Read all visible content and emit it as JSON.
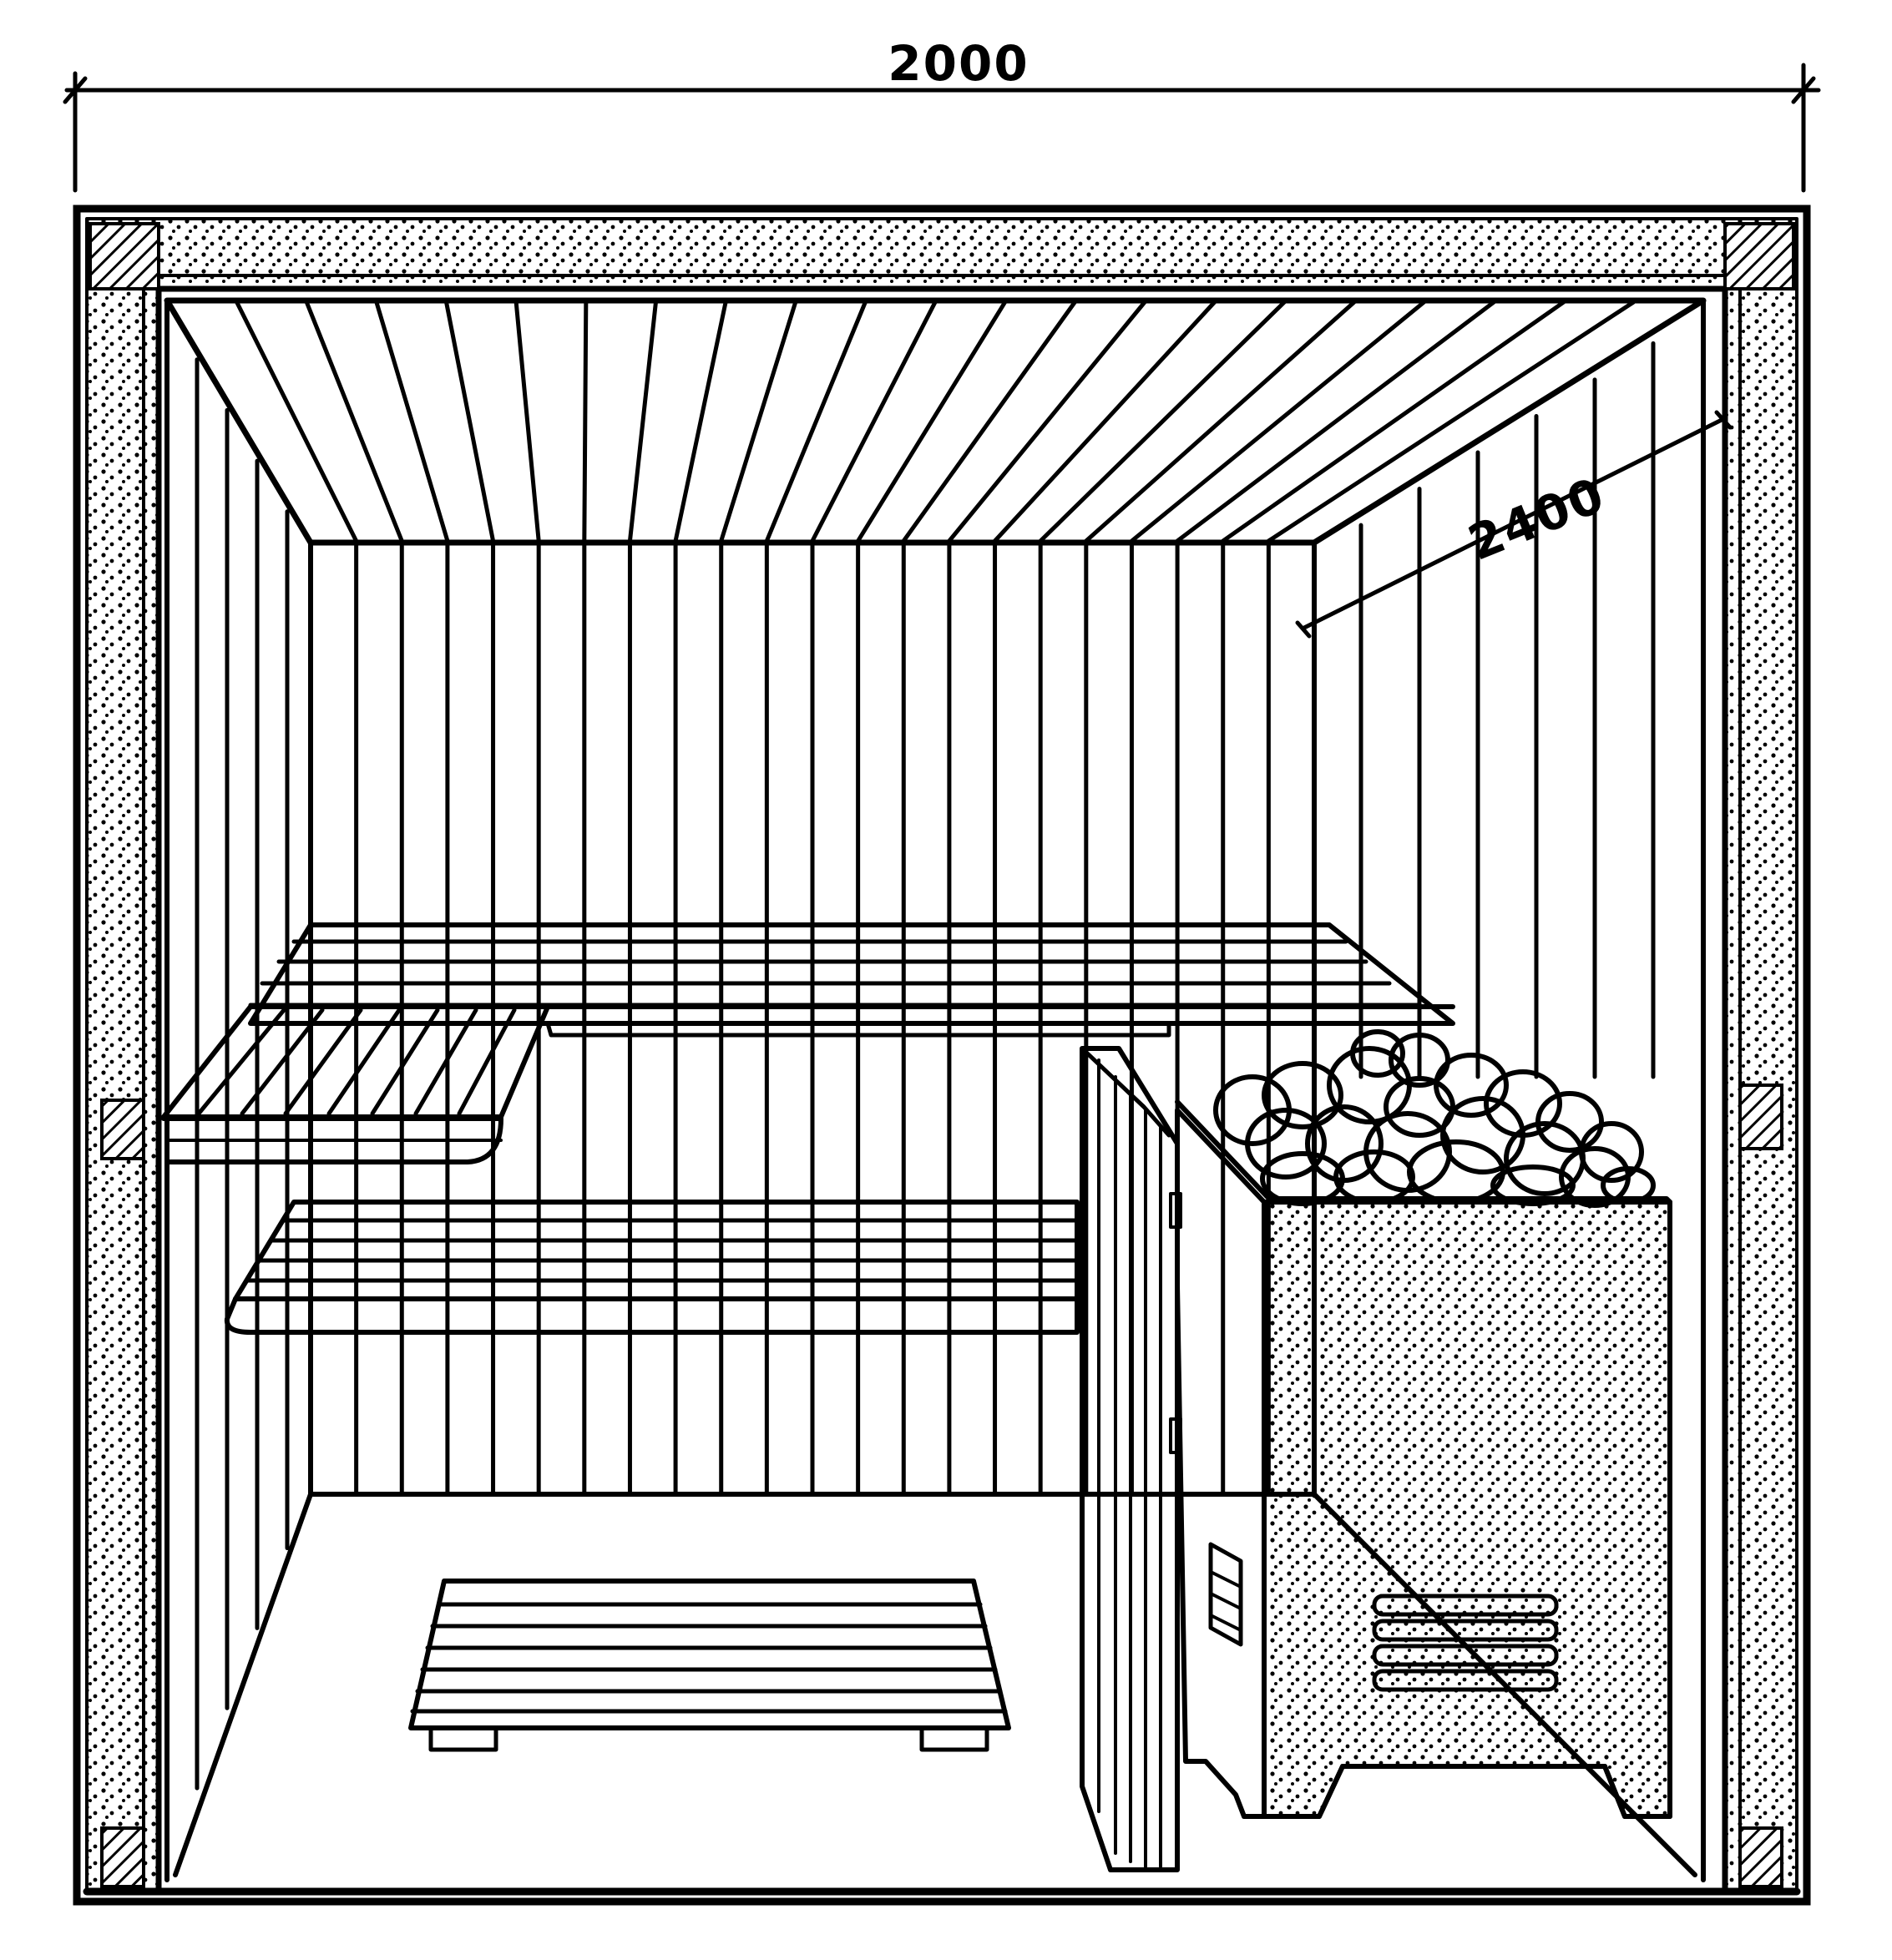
{
  "dimensions": {
    "width_label": "2000",
    "depth_label": "2400"
  },
  "colors": {
    "ink": "#000000",
    "paper": "#ffffff"
  },
  "parts": [
    "ceiling-boards",
    "back-wall-boards",
    "upper-bench",
    "lower-bench",
    "floor-grate",
    "partition",
    "sauna-stove",
    "stove-stones",
    "insulated-wall"
  ]
}
